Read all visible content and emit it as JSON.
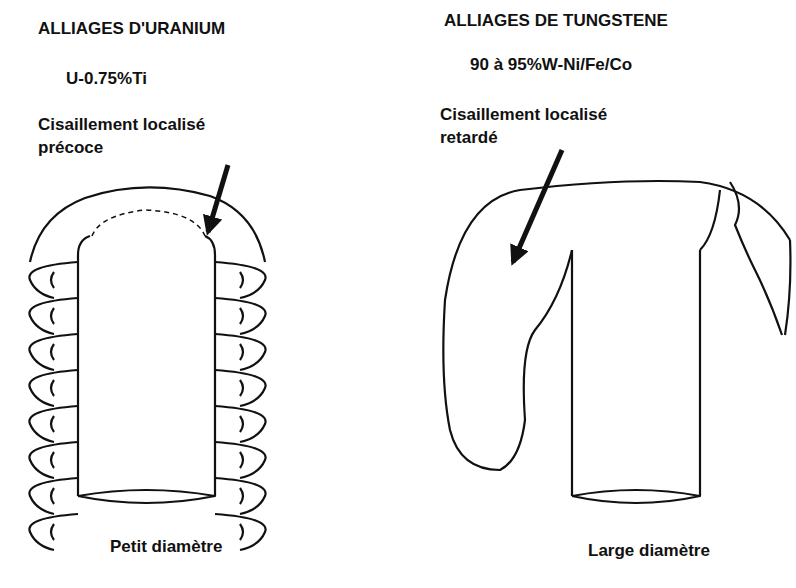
{
  "diagram": {
    "labels": [
      "ALLIAGES D'URANIUM",
      "U-0.75%Ti",
      "Cisaillement localisé précoce",
      "ALLIAGES DE TUNGSTENE",
      "90 à 95%W-Ni/Fe/Co",
      "Cisaillement localisé retardé",
      "Petit diamètre",
      "Large diamètre"
    ]
  }
}
